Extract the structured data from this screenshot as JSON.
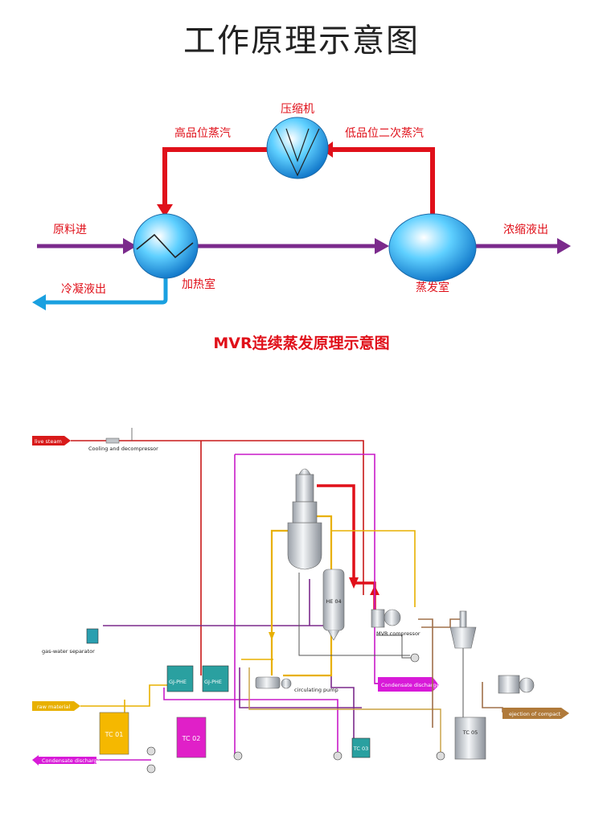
{
  "title": "工作原理示意图",
  "mvr": {
    "compressor": "压缩机",
    "high_steam": "高品位蒸汽",
    "low_steam": "低品位二次蒸汽",
    "feed_in": "原料进",
    "concentrate_out": "浓缩液出",
    "condensate_out": "冷凝液出",
    "heating_chamber": "加热室",
    "evaporation_chamber": "蒸发室",
    "subtitle": "MVR连续蒸发原理示意图"
  },
  "flow": {
    "live_steam": "live steam",
    "cooling": "Cooling and decompressor",
    "gas_water": "gas-water separator",
    "raw_material": "raw material",
    "condensate_left": "Condensate discharge",
    "condensate_right": "Condensate discharge",
    "ejection": "ejection of compact",
    "circulating_pump": "circulating pump",
    "mvr_compressor": "MVR compressor",
    "he04": "HE 04",
    "phe1": "GJ-PHE",
    "phe2": "GJ-PHE",
    "tc01": "TC 01",
    "tc02": "TC 02",
    "tc03": "TC 03",
    "tc05": "TC 05"
  },
  "colors": {
    "red": "#e0101a",
    "purple": "#7b2a8c",
    "blue": "#1aa0e0",
    "magenta": "#d81ad8",
    "gold": "#e8b000",
    "brown": "#b87a3a",
    "teal": "#2aa0a0"
  }
}
